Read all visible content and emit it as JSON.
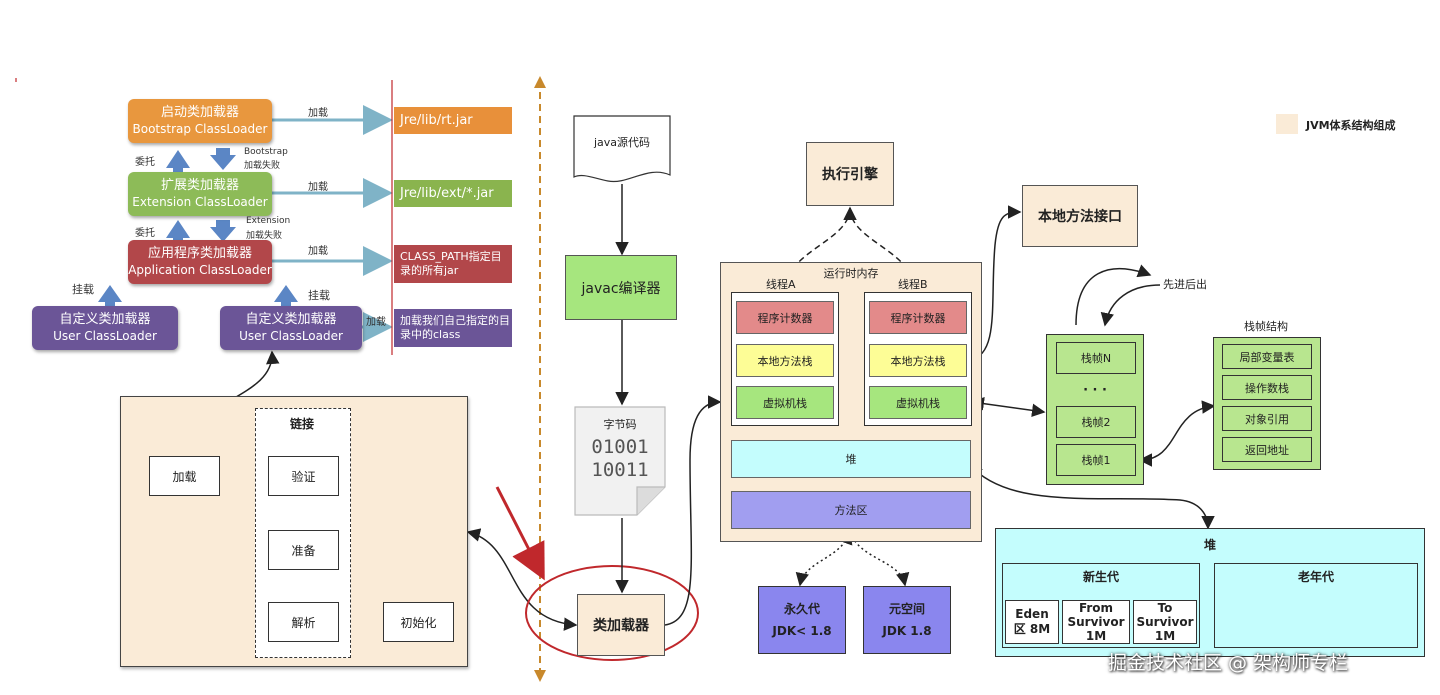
{
  "loaders": {
    "bootstrap": {
      "cn": "启动类加载器",
      "en": "Bootstrap ClassLoader"
    },
    "extension": {
      "cn": "扩展类加载器",
      "en": "Extension ClassLoader"
    },
    "application": {
      "cn": "应用程序类加载器",
      "en": "Application ClassLoader"
    },
    "user1": {
      "cn": "自定义类加载器",
      "en": "User ClassLoader"
    },
    "user2": {
      "cn": "自定义类加载器",
      "en": "User ClassLoader"
    }
  },
  "paths": {
    "rt": "Jre/lib/rt.jar",
    "ext": "Jre/lib/ext/*.jar",
    "classpath": "CLASS_PATH指定目录的所有jar",
    "custom": "加载我们自己指定的目录中的class"
  },
  "labels": {
    "load1": "加载",
    "load2": "加载",
    "load3": "加载",
    "load4": "加载",
    "delegate1": "委托",
    "delegate2": "委托",
    "bootstrap_fail_1": "Bootstrap",
    "bootstrap_fail_2": "加载失败",
    "extension_fail_1": "Extension",
    "extension_fail_2": "加载失败",
    "mount1": "挂载",
    "mount2": "挂载"
  },
  "lifecycle": {
    "link_title": "链接",
    "load": "加载",
    "verify": "验证",
    "prepare": "准备",
    "resolve": "解析",
    "init": "初始化"
  },
  "flow": {
    "source": "java源代码",
    "compiler": "javac编译器",
    "bytecode": "字节码",
    "bits1": "01001",
    "bits2": "10011",
    "classloader": "类加载器"
  },
  "jvm": {
    "engine": "执行引擎",
    "native_interface": "本地方法接口",
    "runtime": "运行时内存",
    "threadA": "线程A",
    "threadB": "线程B",
    "pc": "程序计数器",
    "native_stack": "本地方法栈",
    "vm_stack": "虚拟机栈",
    "heap": "堆",
    "method_area": "方法区",
    "permgen": "永久代",
    "permgen_ver": "JDK< 1.8",
    "metaspace": "元空间",
    "metaspace_ver": "JDK 1.8",
    "legend": "JVM体系结构组成"
  },
  "stack": {
    "lifo": "先进后出",
    "frame_n": "栈帧N",
    "dots": "· · ·",
    "frame_2": "栈帧2",
    "frame_1": "栈帧1",
    "struct_title": "栈帧结构",
    "locals": "局部变量表",
    "operand": "操作数栈",
    "objref": "对象引用",
    "ret": "返回地址"
  },
  "heapdetail": {
    "title": "堆",
    "young": "新生代",
    "old": "老年代",
    "eden_1": "Eden",
    "eden_2": "区 8M",
    "from_1": "From",
    "from_2": "Survivor",
    "from_3": "1M",
    "to_1": "To",
    "to_2": "Survivor",
    "to_3": "1M"
  },
  "watermark": "掘金技术社区 @ 架构师专栏",
  "colors": {
    "bootstrap": "#e8973e",
    "extension": "#8dbb58",
    "application": "#b2474a",
    "user": "#6b5597",
    "jar_orange": "#e8903a",
    "jar_green": "#8ab44e",
    "jar_red": "#b2474a",
    "jar_purple": "#6b5597",
    "tan": "#faebd7",
    "pc": "#e38a8a",
    "yellow": "#fdfd96",
    "green": "#a6e67e",
    "cyan": "#c4fdfd",
    "lavender": "#a19ef0",
    "permgen": "#8a86ee",
    "stack_green": "#b8e68f",
    "arrow_blue": "#5b86c5"
  }
}
